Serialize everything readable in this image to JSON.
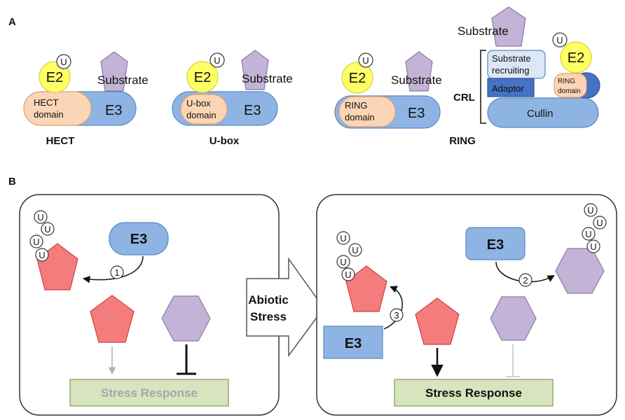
{
  "panelA": {
    "label": "A",
    "u": "U",
    "e2": "E2",
    "e3": "E3",
    "substrate": "Substrate",
    "hect": {
      "domain_line1": "HECT",
      "domain_line2": "domain",
      "name": "HECT"
    },
    "ubox": {
      "domain_line1": "U-box",
      "domain_line2": "domain",
      "name": "U-box"
    },
    "ring": {
      "domain_line1": "RING",
      "domain_line2": "domain",
      "name": "RING"
    },
    "crl": {
      "label": "CRL",
      "recruit_line1": "Substrate",
      "recruit_line2": "recruiting",
      "adaptor": "Adaptor",
      "cullin": "Cullin",
      "ring_line1": "RING",
      "ring_line2": "domain"
    }
  },
  "panelB": {
    "label": "B",
    "u": "U",
    "e3": "E3",
    "arrow_label_line1": "Abiotic",
    "arrow_label_line2": "Stress",
    "step1": "1",
    "step2": "2",
    "step3": "3",
    "left_response": "Stress Response",
    "right_response": "Stress Response"
  },
  "colors": {
    "e3_blue": "#8eb4e3",
    "e3_dark": "#4472c4",
    "e2_yellow": "#ffff66",
    "domain_peach": "#fbd5b5",
    "substrate_purple": "#c3b3d6",
    "pentagon_red": "#f47c7c",
    "response_green": "#d7e4bd",
    "recruit_light": "#dbe7f5"
  }
}
